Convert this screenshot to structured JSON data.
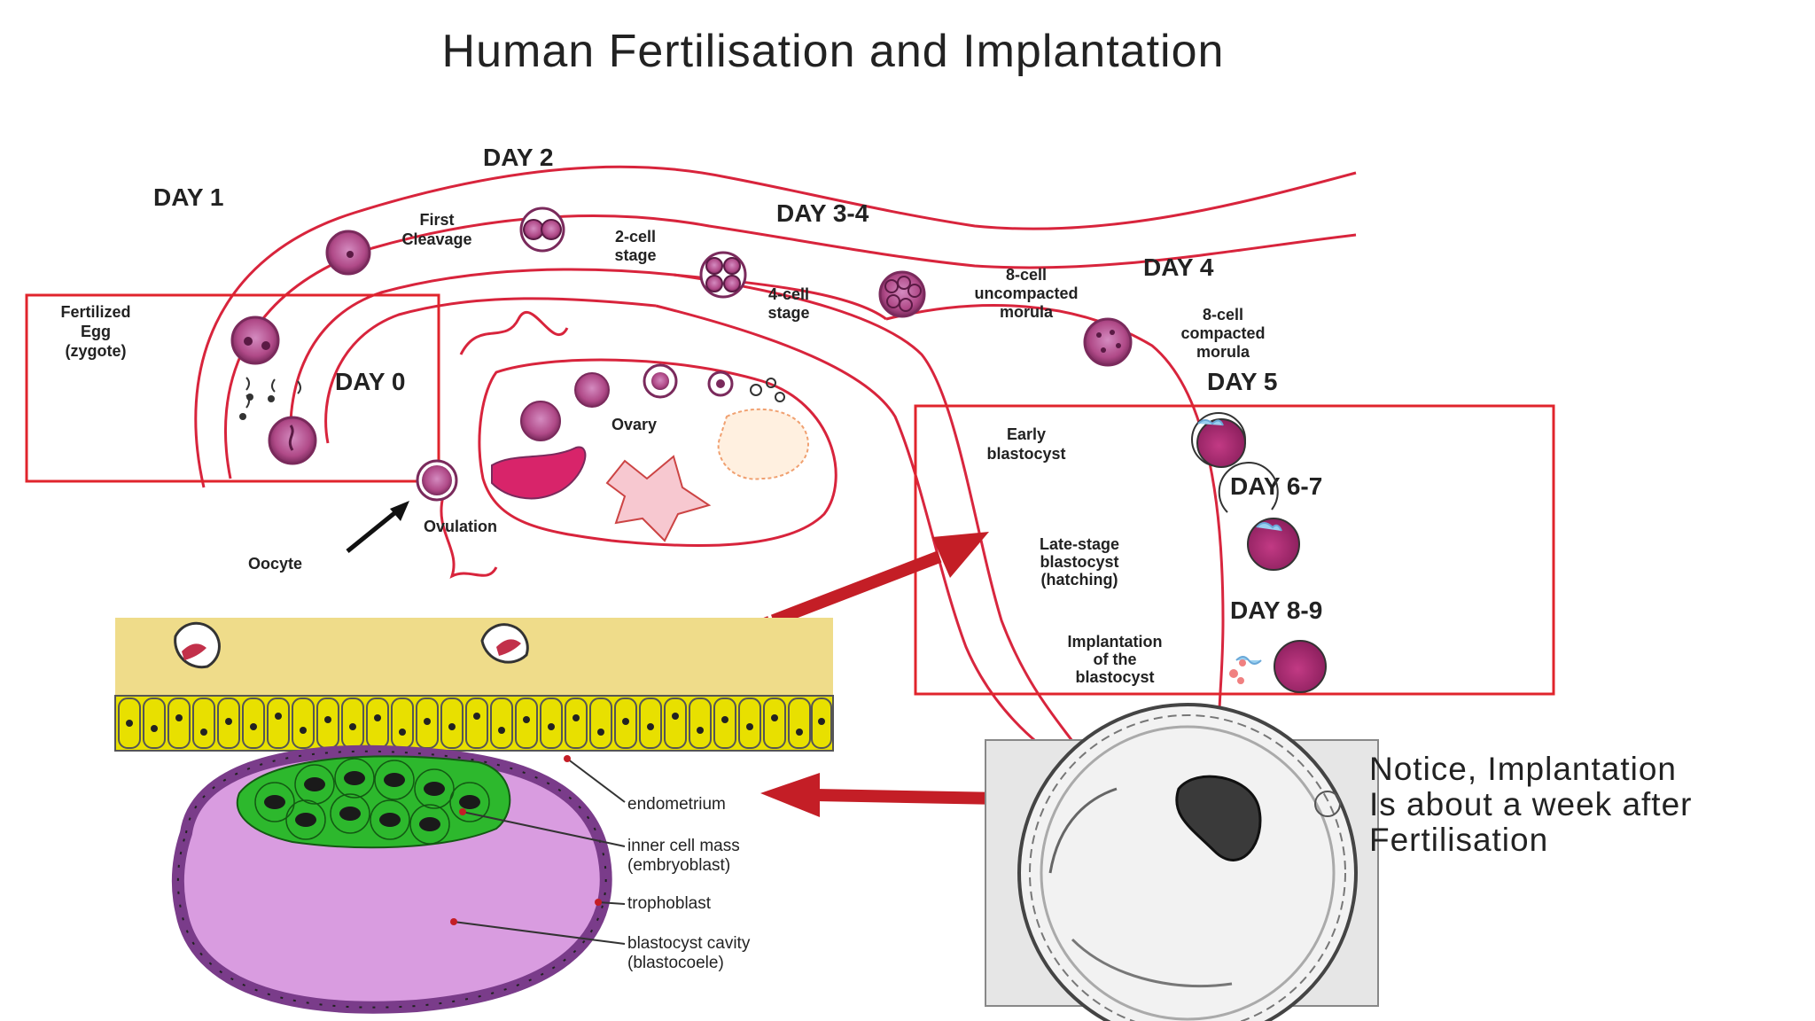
{
  "title": "Human Fertilisation and Implantation",
  "days": {
    "day1": "DAY 1",
    "day2": "DAY 2",
    "day34": "DAY 3-4",
    "day4": "DAY 4",
    "day0": "DAY 0",
    "day5": "DAY 5",
    "day67": "DAY 6-7",
    "day89": "DAY 8-9"
  },
  "stages": {
    "first_cleavage": [
      "First",
      "Cleavage"
    ],
    "two_cell": [
      "2-cell",
      "stage"
    ],
    "four_cell": [
      "4-cell",
      "stage"
    ],
    "eight_uncompacted": [
      "8-cell",
      "uncompacted",
      "morula"
    ],
    "eight_compacted": [
      "8-cell",
      "compacted",
      "morula"
    ],
    "zygote": [
      "Fertilized",
      "Egg",
      "(zygote)"
    ],
    "ovary": "Ovary",
    "ovulation": "Ovulation",
    "oocyte": "Oocyte",
    "early_blastocyst": [
      "Early",
      "blastocyst"
    ],
    "late_blastocyst": [
      "Late-stage",
      "blastocyst",
      "(hatching)"
    ],
    "implantation": [
      "Implantation",
      "of the",
      "blastocyst"
    ]
  },
  "blastocyst_labels": {
    "endometrium": "endometrium",
    "inner_cell_mass": [
      "inner cell mass",
      "(embryoblast)"
    ],
    "trophoblast": "trophoblast",
    "cavity": [
      "blastocyst cavity",
      "(blastocoele)"
    ]
  },
  "note": [
    "Notice, Implantation",
    "Is about a week after",
    "Fertilisation"
  ],
  "colors": {
    "outline": "#d8243c",
    "cell_fill": "#b04a88",
    "box": "#e0242c",
    "arrow": "#c41e26",
    "endometrium_bg": "#efdc8a",
    "epithelium": "#e8e000",
    "icm": "#2db82d",
    "cavity": "#d99ce0",
    "trophoblast": "#7a3c8a"
  }
}
